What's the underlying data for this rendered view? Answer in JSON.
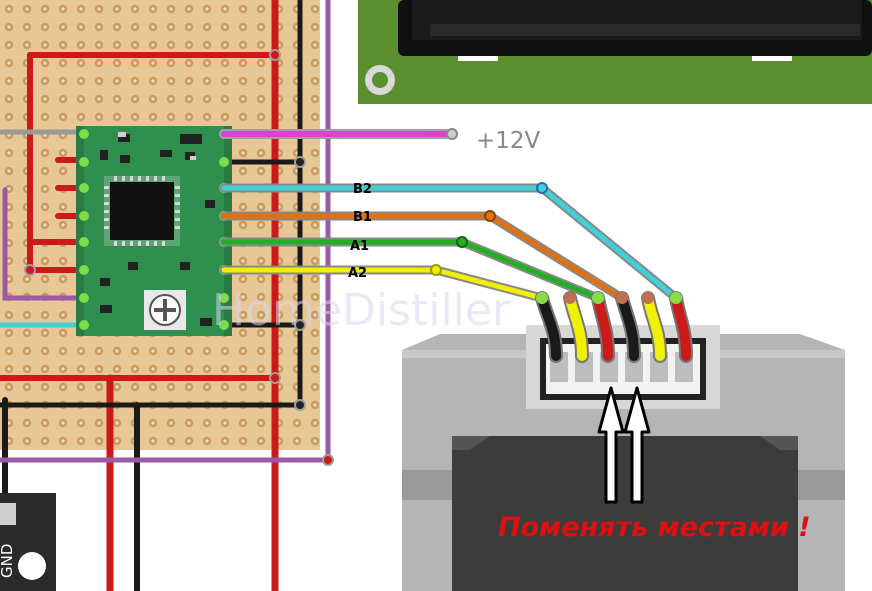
{
  "labels": {
    "power": "+12V",
    "b2": "B2",
    "b1": "B1",
    "a1": "A1",
    "a2": "A2",
    "gnd": "GND",
    "swap_note": "Поменять местами !",
    "watermark": "HomeDistiller"
  },
  "colors": {
    "board": "#e8c796",
    "board_edge": "#d9b27b",
    "hole": "#c99a5e",
    "driver_pcb": "#2f8f4f",
    "chip": "#111111",
    "wire_red": "#cc1a1a",
    "wire_black": "#1a1a1a",
    "wire_purple": "#9b59a6",
    "wire_magenta": "#e040d0",
    "wire_cyan": "#40d0d8",
    "wire_orange": "#e07010",
    "wire_green": "#22b022",
    "wire_yellow": "#f0f000",
    "wire_gray": "#999999",
    "motor_light": "#b5b5b5",
    "motor_dark": "#3c3c3c",
    "lcd_frame": "#5a8f2e",
    "note_red": "#dd1111"
  }
}
